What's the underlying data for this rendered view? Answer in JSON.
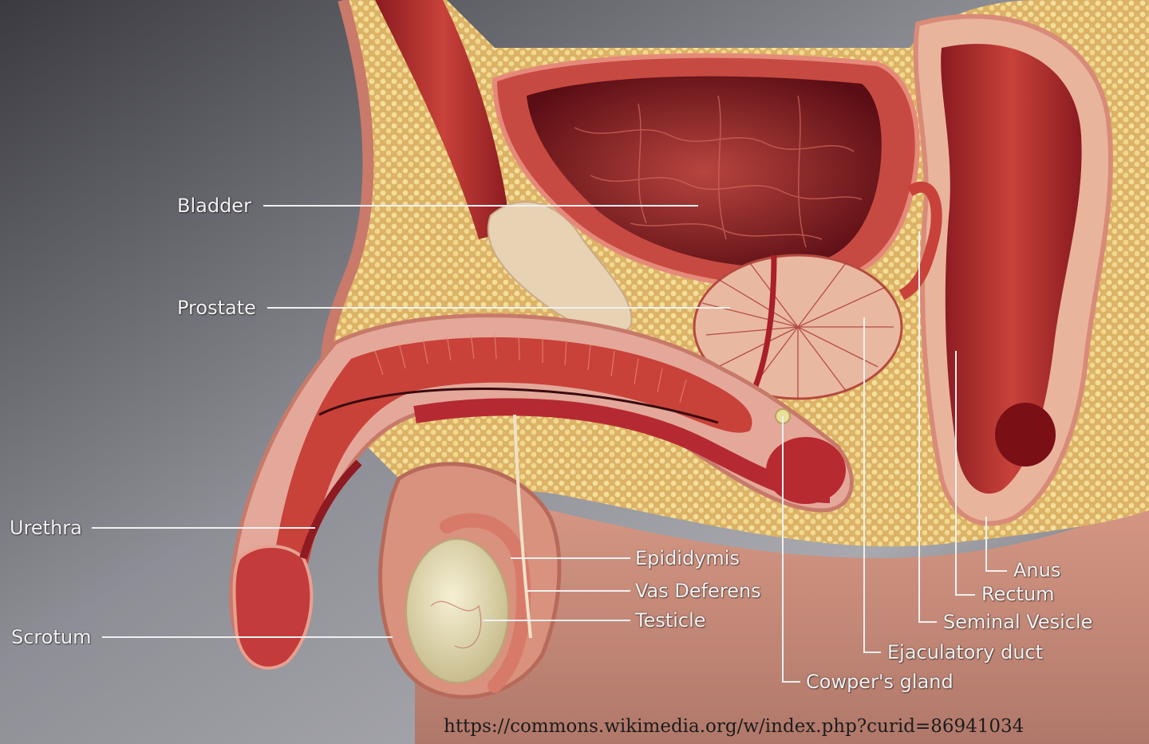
{
  "labels": {
    "bladder": "Bladder",
    "prostate": "Prostate",
    "urethra": "Urethra",
    "scrotum": "Scrotum",
    "epididymis": "Epididymis",
    "vas_deferens": "Vas Deferens",
    "testicle": "Testicle",
    "anus": "Anus",
    "rectum": "Rectum",
    "seminal_vesicle": "Seminal Vesicle",
    "ejaculatory_duct": "Ejaculatory duct",
    "cowpers_gland": "Cowper's gland"
  },
  "credit": "https://commons.wikimedia.org/w/index.php?curid=86941034",
  "colors": {
    "background_dark": "#2a2a30",
    "background_light": "#b8b8be",
    "skin": "#c98c78",
    "fat": "#e9c97a",
    "tissue": "#c2413e",
    "muscle": "#9e1f24",
    "leader_line": "#f0f0f0"
  }
}
